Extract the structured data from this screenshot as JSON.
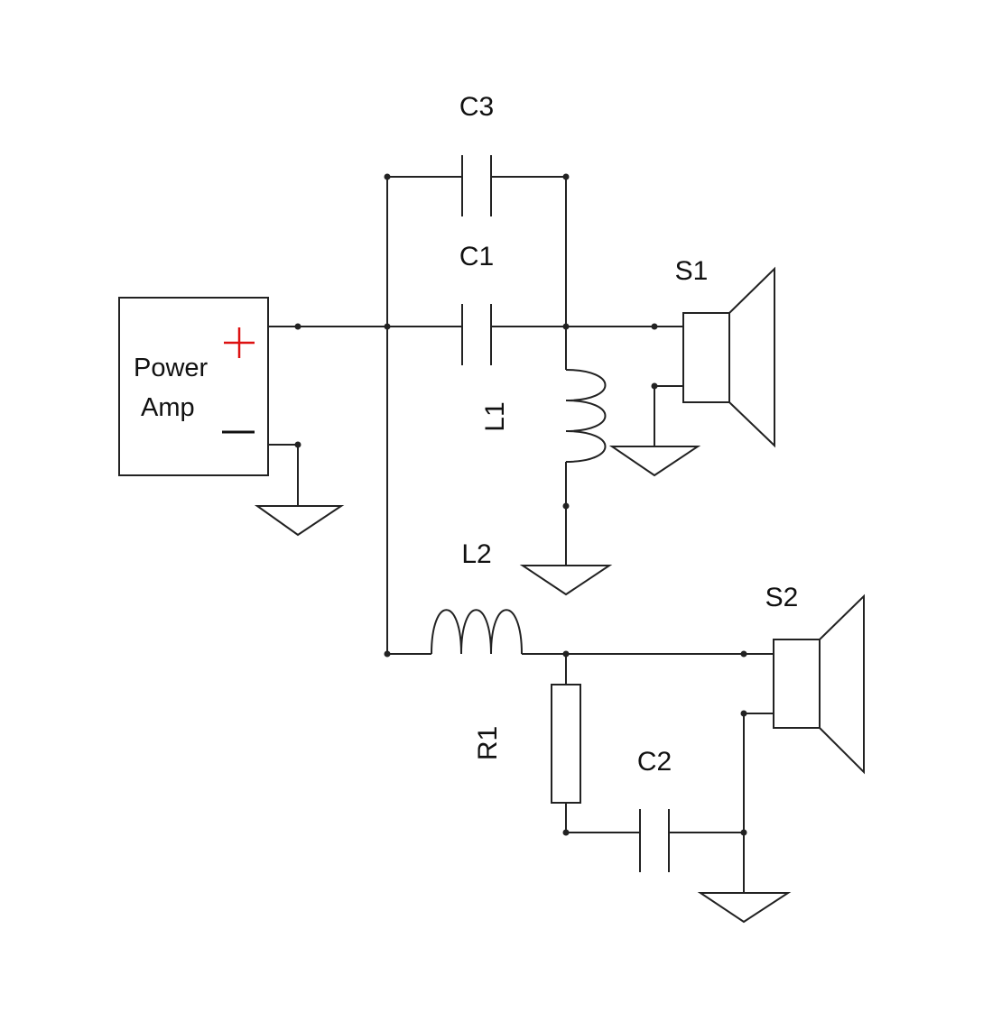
{
  "amplifier": {
    "line1": "Power",
    "line2": "Amp",
    "plus_color": "#dd1111",
    "minus_color": "#111111"
  },
  "components": {
    "c1": "C1",
    "c2": "C2",
    "c3": "C3",
    "l1": "L1",
    "l2": "L2",
    "r1": "R1",
    "s1": "S1",
    "s2": "S2"
  },
  "icons": {
    "ground": "ground-icon",
    "speaker": "speaker-icon",
    "capacitor": "capacitor-icon",
    "inductor": "inductor-icon",
    "resistor": "resistor-icon"
  }
}
